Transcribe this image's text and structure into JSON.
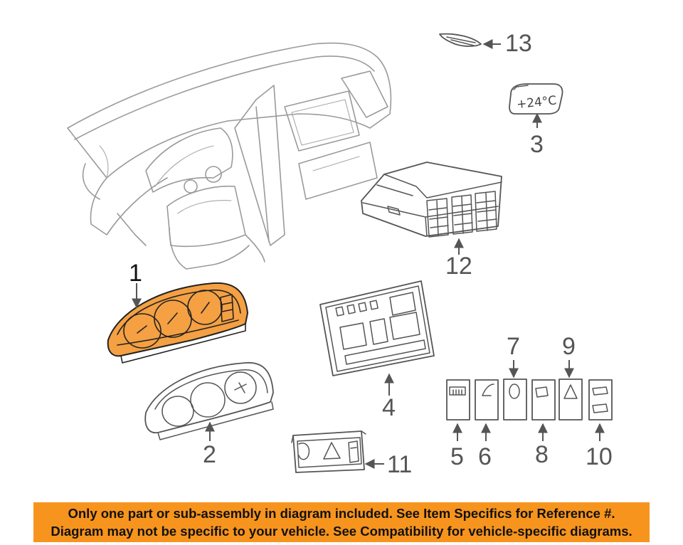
{
  "callouts": {
    "c1": "1",
    "c2": "2",
    "c3": "3",
    "c4": "4",
    "c5": "5",
    "c6": "6",
    "c7": "7",
    "c8": "8",
    "c9": "9",
    "c10": "10",
    "c11": "11",
    "c12": "12",
    "c13": "13"
  },
  "display_temp": "+24°C",
  "colors": {
    "highlight": "#f4a043",
    "banner": "#f7941d",
    "line": "#9a9a9a"
  },
  "banner": {
    "line1": "Only one part or sub-assembly in diagram included. See Item Specifics for Reference #.",
    "line2": "Diagram may not be specific to your vehicle. See Compatibility for vehicle-specific diagrams."
  }
}
